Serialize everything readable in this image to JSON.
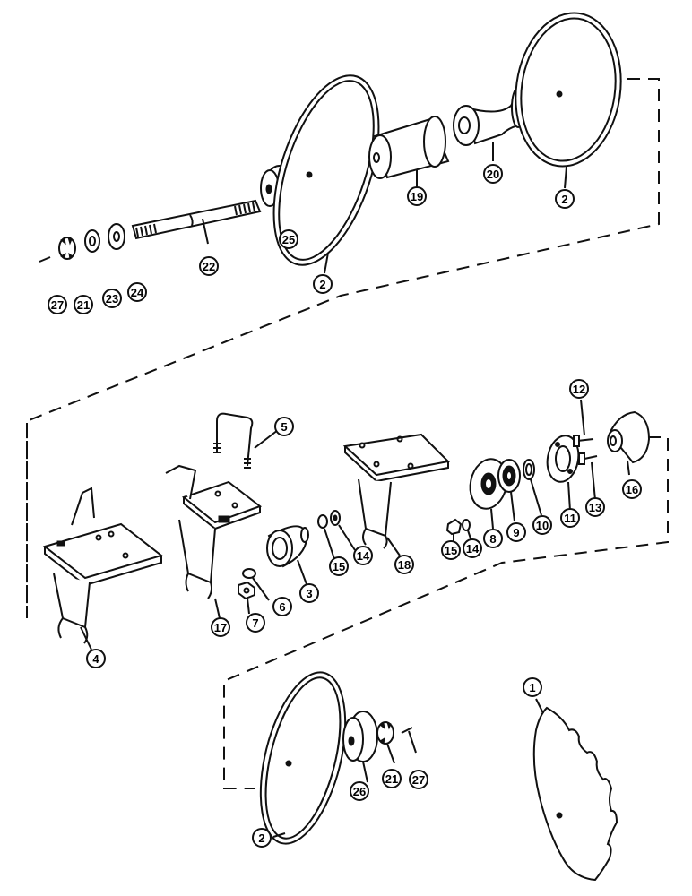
{
  "callouts": [
    {
      "id": "c27a",
      "label": "27"
    },
    {
      "id": "c21a",
      "label": "21"
    },
    {
      "id": "c23",
      "label": "23"
    },
    {
      "id": "c24",
      "label": "24"
    },
    {
      "id": "c22",
      "label": "22"
    },
    {
      "id": "c25",
      "label": "25"
    },
    {
      "id": "c2a",
      "label": "2"
    },
    {
      "id": "c19",
      "label": "19"
    },
    {
      "id": "c20",
      "label": "20"
    },
    {
      "id": "c2b",
      "label": "2"
    },
    {
      "id": "c12",
      "label": "12"
    },
    {
      "id": "c5",
      "label": "5"
    },
    {
      "id": "c16",
      "label": "16"
    },
    {
      "id": "c13",
      "label": "13"
    },
    {
      "id": "c11",
      "label": "11"
    },
    {
      "id": "c10",
      "label": "10"
    },
    {
      "id": "c9",
      "label": "9"
    },
    {
      "id": "c8",
      "label": "8"
    },
    {
      "id": "c14a",
      "label": "14"
    },
    {
      "id": "c15a",
      "label": "15"
    },
    {
      "id": "c18",
      "label": "18"
    },
    {
      "id": "c14b",
      "label": "14"
    },
    {
      "id": "c15b",
      "label": "15"
    },
    {
      "id": "c3",
      "label": "3"
    },
    {
      "id": "c6",
      "label": "6"
    },
    {
      "id": "c7",
      "label": "7"
    },
    {
      "id": "c17",
      "label": "17"
    },
    {
      "id": "c4",
      "label": "4"
    },
    {
      "id": "c1",
      "label": "1"
    },
    {
      "id": "c27b",
      "label": "27"
    },
    {
      "id": "c21b",
      "label": "21"
    },
    {
      "id": "c26",
      "label": "26"
    },
    {
      "id": "c2c",
      "label": "2"
    }
  ]
}
